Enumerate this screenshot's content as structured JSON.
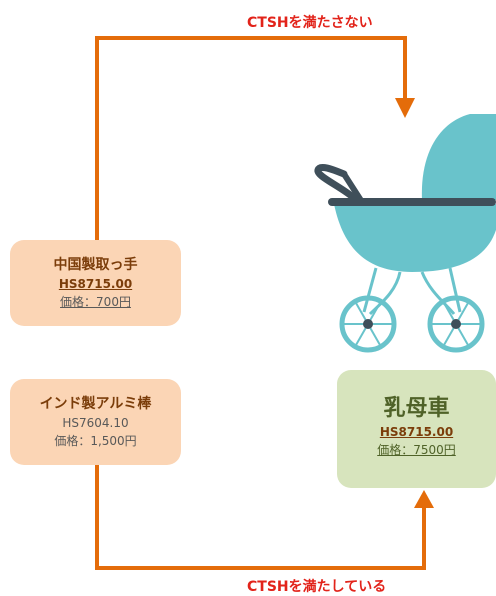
{
  "top_label": "CTSHを満たさない",
  "bottom_label": "CTSHを満たしている",
  "box_handle": {
    "title": "中国製取っ手",
    "hs": "HS8715.00",
    "price": "価格：700円"
  },
  "box_aluminum": {
    "title": "インド製アルミ棒",
    "hs": "HS7604.10",
    "price": "価格：1,500円"
  },
  "box_stroller": {
    "title": "乳母車",
    "hs": "HS8715.00",
    "price": "価格：7500円"
  },
  "colors": {
    "arrow": "#e46c0a",
    "label": "#e2231a",
    "orange_box": "#fbd5b5",
    "green_box": "#d7e4bd",
    "stroller_body": "#69c3cb",
    "stroller_dark": "#3f4f5a"
  },
  "icons": {
    "stroller": "baby-stroller-illustration"
  }
}
